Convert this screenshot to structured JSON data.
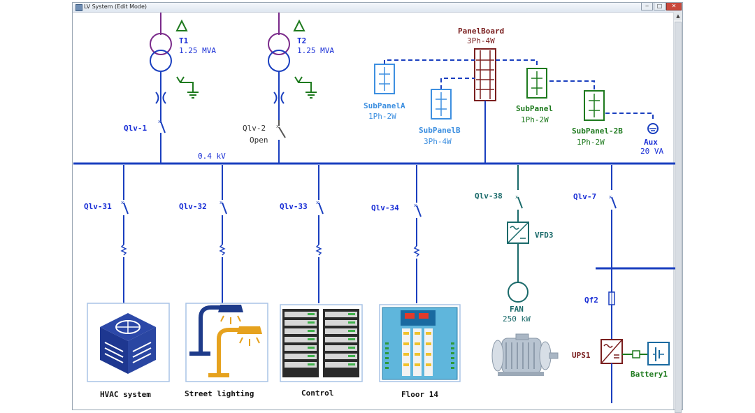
{
  "window": {
    "title": "LV System (Edit Mode)"
  },
  "colors": {
    "bus": "#1a3fbf",
    "transformer": "#7a2a8a",
    "label": "#1a2fd6",
    "green": "#1e7a1e",
    "panelboard": "#7a1f1f",
    "light_blue": "#3d8fe0",
    "teal": "#1a6a6a"
  },
  "transformers": [
    {
      "name": "T1",
      "rating": "1.25 MVA"
    },
    {
      "name": "T2",
      "rating": "1.25 MVA"
    }
  ],
  "breakers_top": [
    {
      "name": "Qlv-1",
      "status": ""
    },
    {
      "name": "Qlv-2",
      "status": "Open"
    }
  ],
  "bus": {
    "voltage": "0.4 kV"
  },
  "panelboard": {
    "name": "PanelBoard",
    "spec": "3Ph-4W"
  },
  "subpanels": [
    {
      "name": "SubPanelA",
      "spec": "1Ph-2W"
    },
    {
      "name": "SubPanelB",
      "spec": "3Ph-4W"
    },
    {
      "name": "SubPanel",
      "spec": "1Ph-2W"
    },
    {
      "name": "SubPanel-2B",
      "spec": "1Ph-2W"
    }
  ],
  "aux": {
    "name": "Aux",
    "rating": "20 VA"
  },
  "feeders": [
    {
      "breaker": "Qlv-31",
      "load": "HVAC system"
    },
    {
      "breaker": "Qlv-32",
      "load": "Street lighting"
    },
    {
      "breaker": "Qlv-33",
      "load": "Control"
    },
    {
      "breaker": "Qlv-34",
      "load": "Floor 14"
    }
  ],
  "motor_feeder": {
    "breaker": "Qlv-38",
    "vfd": "VFD3",
    "motor": "FAN",
    "rating": "250 kW"
  },
  "ups_feeder": {
    "breaker": "Qlv-7",
    "fuse": "Qf2",
    "ups": "UPS1",
    "battery": "Battery1"
  },
  "icons": [
    "ground-icon",
    "transformer-icon",
    "circuit-breaker-icon",
    "hvac-unit-icon",
    "street-light-icon",
    "server-rack-icon",
    "control-panel-icon",
    "electric-motor-icon",
    "battery-icon",
    "ups-icon",
    "vfd-icon"
  ]
}
